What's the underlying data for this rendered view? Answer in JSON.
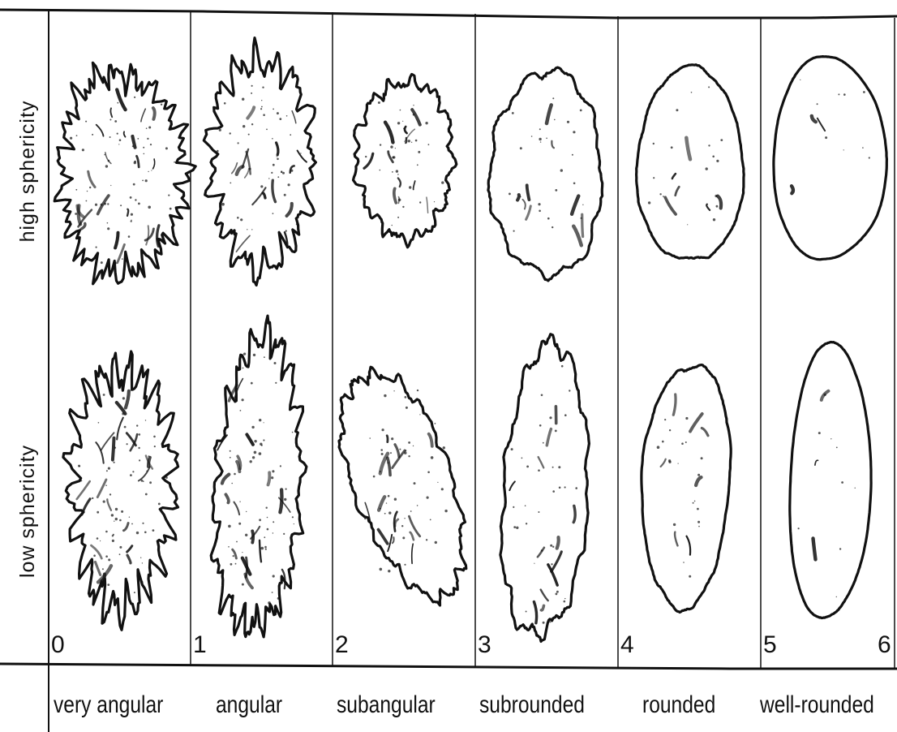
{
  "rows": [
    {
      "id": "high",
      "label": "high sphericity"
    },
    {
      "id": "low",
      "label": "low sphericity"
    }
  ],
  "classes": [
    {
      "index": "0",
      "label": "very angular"
    },
    {
      "index": "1",
      "label": "angular"
    },
    {
      "index": "2",
      "label": "subangular"
    },
    {
      "index": "3",
      "label": "subrounded"
    },
    {
      "index": "4",
      "label": "rounded"
    },
    {
      "index": "5",
      "label": "well-rounded"
    }
  ],
  "scale_end": "6",
  "colors": {
    "ink": "#111111",
    "paper": "#ffffff"
  }
}
